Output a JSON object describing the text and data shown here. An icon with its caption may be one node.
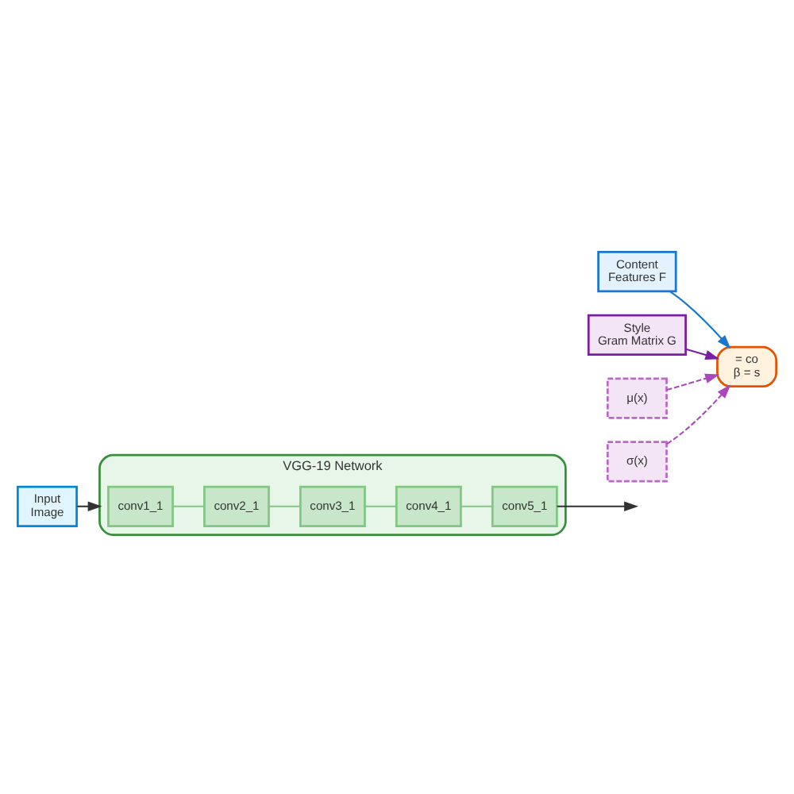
{
  "diagram": {
    "nodes": [
      {
        "text": [
          "Input",
          "Image"
        ]
      },
      {
        "text": [
          "VGG-19 Network"
        ]
      },
      {
        "text": [
          "conv1_1"
        ],
        "in": 1
      },
      {
        "text": [
          "conv2_1"
        ],
        "in": 1
      },
      {
        "text": [
          "conv3_1"
        ],
        "in": 1
      },
      {
        "text": [
          "conv4_1"
        ],
        "in": 1
      },
      {
        "text": [
          "conv5_1"
        ],
        "in": 1
      },
      {
        "text": [
          "Content",
          "Features F"
        ]
      },
      {
        "text": [
          "Style",
          "Gram Matrix G"
        ]
      },
      {
        "text": [
          "μ(x)"
        ]
      },
      {
        "text": [
          "σ(x)"
        ]
      },
      {
        "text": [
          "= co",
          "β = s"
        ]
      }
    ],
    "edges": [
      {
        "from": 0,
        "to": 1,
        "arrow": "to",
        "color": "#333333"
      },
      {
        "from": 2,
        "to": 3,
        "arrow": "none"
      },
      {
        "from": 3,
        "to": 4,
        "arrow": "none"
      },
      {
        "from": 4,
        "to": 5,
        "arrow": "none"
      },
      {
        "from": 5,
        "to": 6,
        "arrow": "none"
      },
      {
        "from": 6,
        "to": null,
        "arrow": "to",
        "color": "#333333"
      },
      {
        "from": 7,
        "to": 11,
        "arrow": "to",
        "color": "#1976d2"
      },
      {
        "from": 8,
        "to": 11,
        "arrow": "to",
        "color": "#7b1fa2"
      },
      {
        "from": 9,
        "to": 11,
        "arrow": "to",
        "style": "dashed",
        "color": "#ab47bc"
      },
      {
        "from": 10,
        "to": 11,
        "arrow": "to",
        "style": "dashed",
        "color": "#ab47bc"
      }
    ]
  }
}
